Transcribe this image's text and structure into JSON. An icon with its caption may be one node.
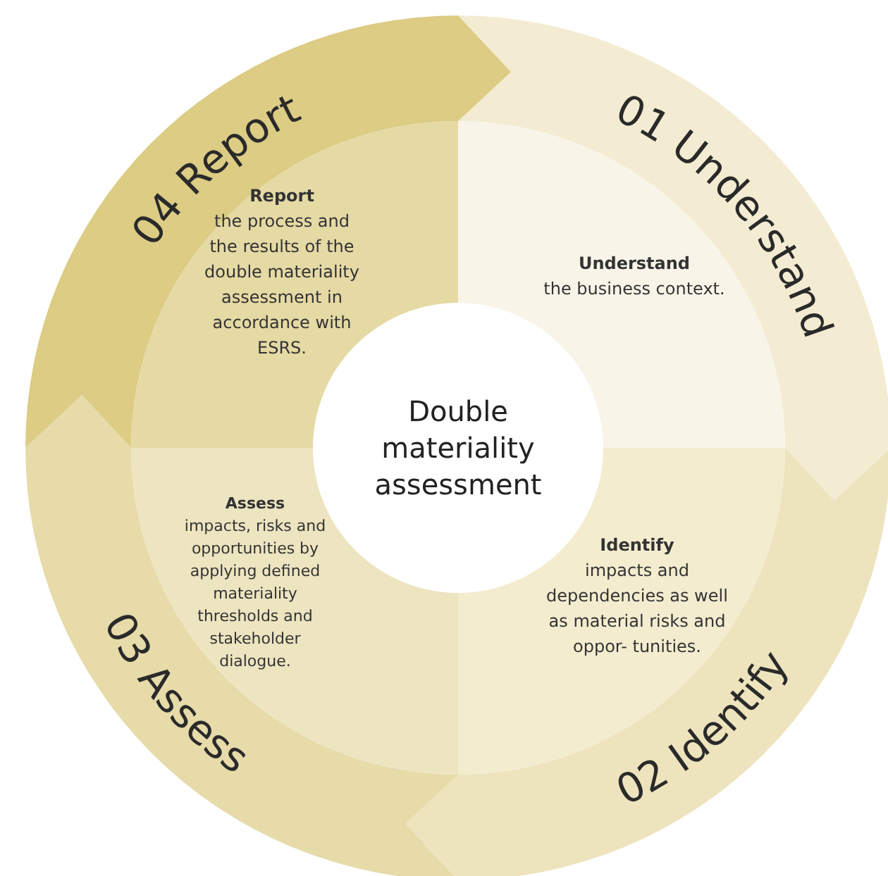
{
  "diagram": {
    "nodes": [
      {
        "text": [
          "Double materiality assessment"
        ]
      },
      {
        "text": [
          "01 Understand"
        ]
      },
      {
        "text": [
          "02 Identify"
        ]
      },
      {
        "text": [
          "03 Assess"
        ]
      },
      {
        "text": [
          "04 Report"
        ]
      },
      {
        "text": [
          "Understand",
          "the business context."
        ]
      },
      {
        "text": [
          "Identify",
          "impacts and dependencies as well as material risks and oppor- tunities."
        ]
      },
      {
        "text": [
          "Assess",
          "impacts, risks and opportunities by applying defined materiality thresholds and stakeholder dialogue."
        ]
      },
      {
        "text": [
          "Report",
          "the process and the results of the double materiality assessment in accordance with ESRS."
        ]
      }
    ],
    "edges": []
  }
}
